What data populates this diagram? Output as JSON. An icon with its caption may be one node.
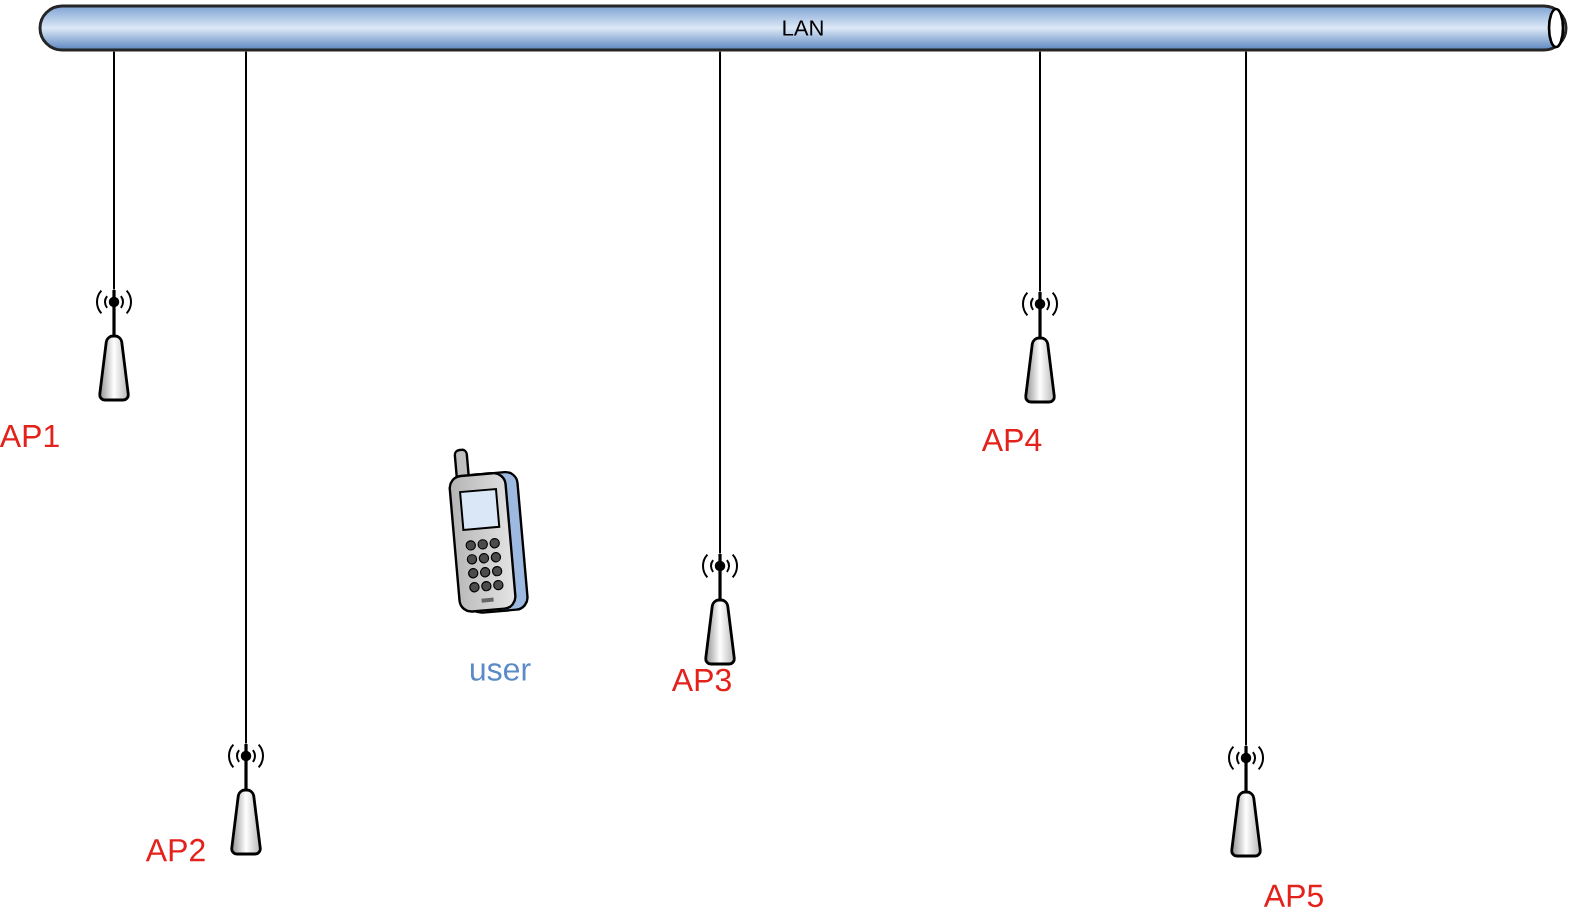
{
  "diagram": {
    "nodes": [
      {
        "text": [
          "LAN"
        ]
      },
      {
        "text": [],
        "shape": "picture",
        "beside": [
          "AP1"
        ]
      },
      {
        "text": [],
        "shape": "picture",
        "beside": [
          "AP2"
        ]
      },
      {
        "text": [],
        "shape": "picture",
        "beside": [
          "AP3"
        ]
      },
      {
        "text": [],
        "shape": "picture",
        "beside": [
          "AP4"
        ]
      },
      {
        "text": [],
        "shape": "picture",
        "beside": [
          "AP5"
        ]
      },
      {
        "text": [],
        "shape": "picture",
        "beside": [
          "user"
        ]
      }
    ],
    "edges": [
      {
        "from": 0,
        "to": 1,
        "arrow": "none"
      },
      {
        "from": 0,
        "to": 2,
        "arrow": "none"
      },
      {
        "from": 0,
        "to": 3,
        "arrow": "none"
      },
      {
        "from": 0,
        "to": 4,
        "arrow": "none"
      },
      {
        "from": 0,
        "to": 5,
        "arrow": "none"
      }
    ]
  }
}
